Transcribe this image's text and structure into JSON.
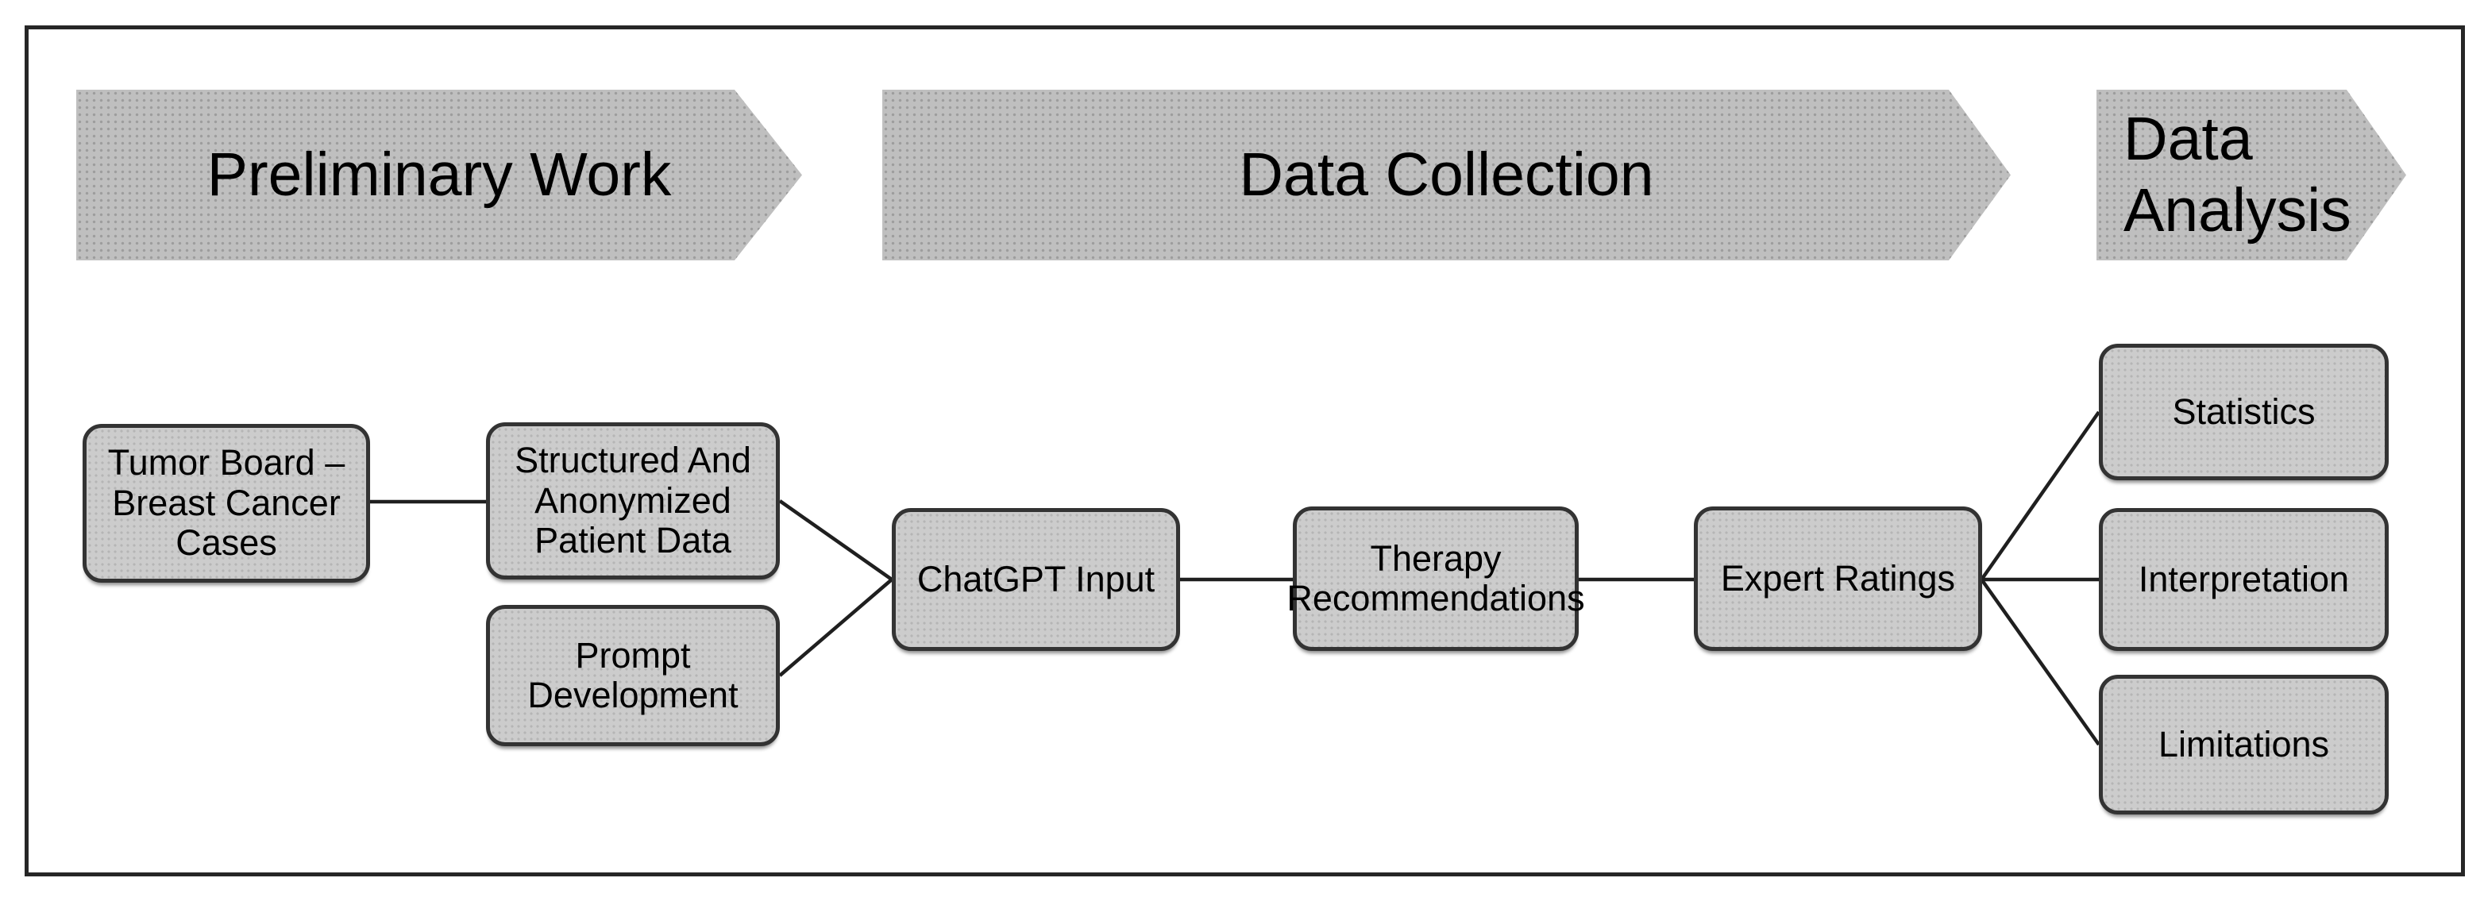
{
  "figure": {
    "type": "flowchart",
    "description": "Study workflow flowchart with three phases and connected process boxes"
  },
  "colors": {
    "background": "#ffffff",
    "frame_border": "#262626",
    "banner_fill": "#b5b5b5",
    "banner_texture_dot": "#9d9d9d",
    "node_fill": "#c9c9c9",
    "node_texture_dot": "#b5b5b5",
    "node_border": "#333333",
    "connector": "#1f1f1f",
    "text": "#000000"
  },
  "phases": [
    {
      "id": "preliminary-work",
      "label": "Preliminary Work"
    },
    {
      "id": "data-collection",
      "label": "Data Collection"
    },
    {
      "id": "data-analysis",
      "label": "Data\nAnalysis"
    }
  ],
  "nodes": {
    "tumor_board": {
      "label": "Tumor Board –\nBreast Cancer\nCases",
      "phase": "preliminary-work"
    },
    "structured_data": {
      "label": "Structured And\nAnonymized\nPatient Data",
      "phase": "preliminary-work"
    },
    "prompt_development": {
      "label": "Prompt\nDevelopment",
      "phase": "preliminary-work"
    },
    "chatgpt_input": {
      "label": "ChatGPT Input",
      "phase": "data-collection"
    },
    "therapy_recommendations": {
      "label": "Therapy\nRecommendations",
      "phase": "data-collection"
    },
    "expert_ratings": {
      "label": "Expert Ratings",
      "phase": "data-collection"
    },
    "statistics": {
      "label": "Statistics",
      "phase": "data-analysis"
    },
    "interpretation": {
      "label": "Interpretation",
      "phase": "data-analysis"
    },
    "limitations": {
      "label": "Limitations",
      "phase": "data-analysis"
    }
  },
  "edges": [
    {
      "from": "tumor_board",
      "to": "structured_data"
    },
    {
      "from": "structured_data",
      "to": "chatgpt_input"
    },
    {
      "from": "prompt_development",
      "to": "chatgpt_input"
    },
    {
      "from": "chatgpt_input",
      "to": "therapy_recommendations"
    },
    {
      "from": "therapy_recommendations",
      "to": "expert_ratings"
    },
    {
      "from": "expert_ratings",
      "to": "statistics"
    },
    {
      "from": "expert_ratings",
      "to": "interpretation"
    },
    {
      "from": "expert_ratings",
      "to": "limitations"
    }
  ]
}
